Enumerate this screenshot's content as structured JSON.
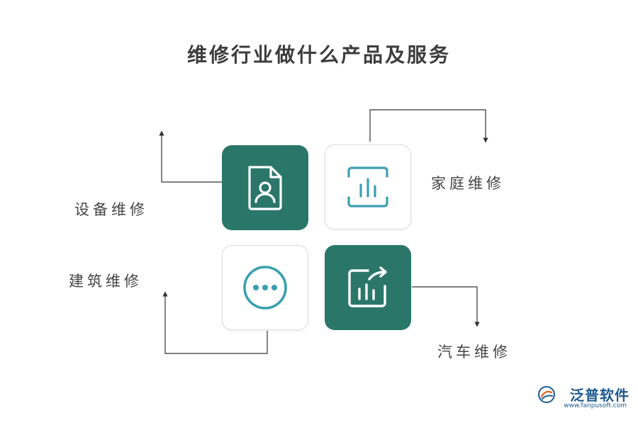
{
  "title": "维修行业做什么产品及服务",
  "items": [
    {
      "label": "设备维修",
      "icon": "user-document-icon"
    },
    {
      "label": "家庭维修",
      "icon": "bar-chart-frame-icon"
    },
    {
      "label": "建筑维修",
      "icon": "more-dots-icon"
    },
    {
      "label": "汽车维修",
      "icon": "chart-export-icon"
    }
  ],
  "brand": {
    "name": "泛普软件",
    "url": "www.fanpusoft.com"
  },
  "colors": {
    "tile_dark": "#2a776a",
    "icon_light": "#3a9fb0",
    "line": "#333333",
    "brand": "#1c5a8f"
  }
}
